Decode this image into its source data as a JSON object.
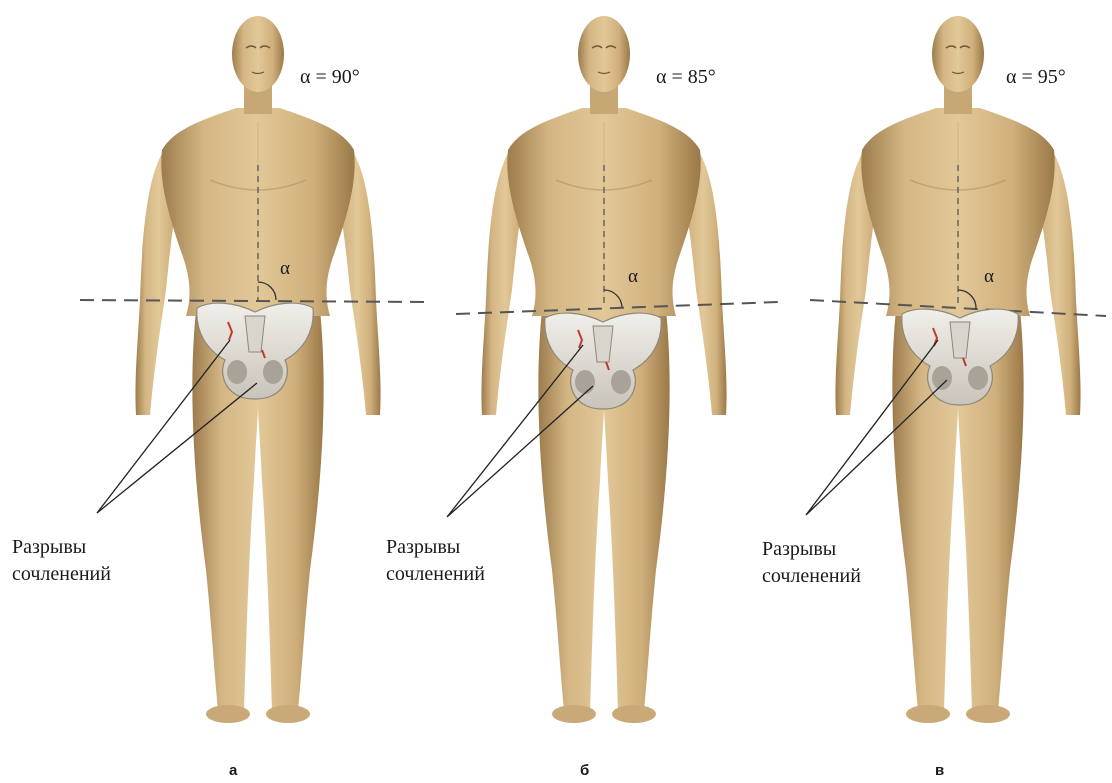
{
  "panels": [
    {
      "angle_label": "α = 90°",
      "alpha_symbol": "α",
      "callout_line1": "Разрывы",
      "callout_line2": "сочленений",
      "panel_letter": "а",
      "pelvic_tilt_deg": 0
    },
    {
      "angle_label": "α = 85°",
      "alpha_symbol": "α",
      "callout_line1": "Разрывы",
      "callout_line2": "сочленений",
      "panel_letter": "б",
      "pelvic_tilt_deg": -5
    },
    {
      "angle_label": "α = 95°",
      "alpha_symbol": "α",
      "callout_line1": "Разрывы",
      "callout_line2": "сочленений",
      "panel_letter": "в",
      "pelvic_tilt_deg": 5
    }
  ],
  "colors": {
    "skin": "#d8bd8c",
    "skin_shadow": "#b39462",
    "bone": "#e6e3dc",
    "bone_shadow": "#b9b4aa",
    "rupture": "#c0392b",
    "guide_line": "#555555"
  }
}
